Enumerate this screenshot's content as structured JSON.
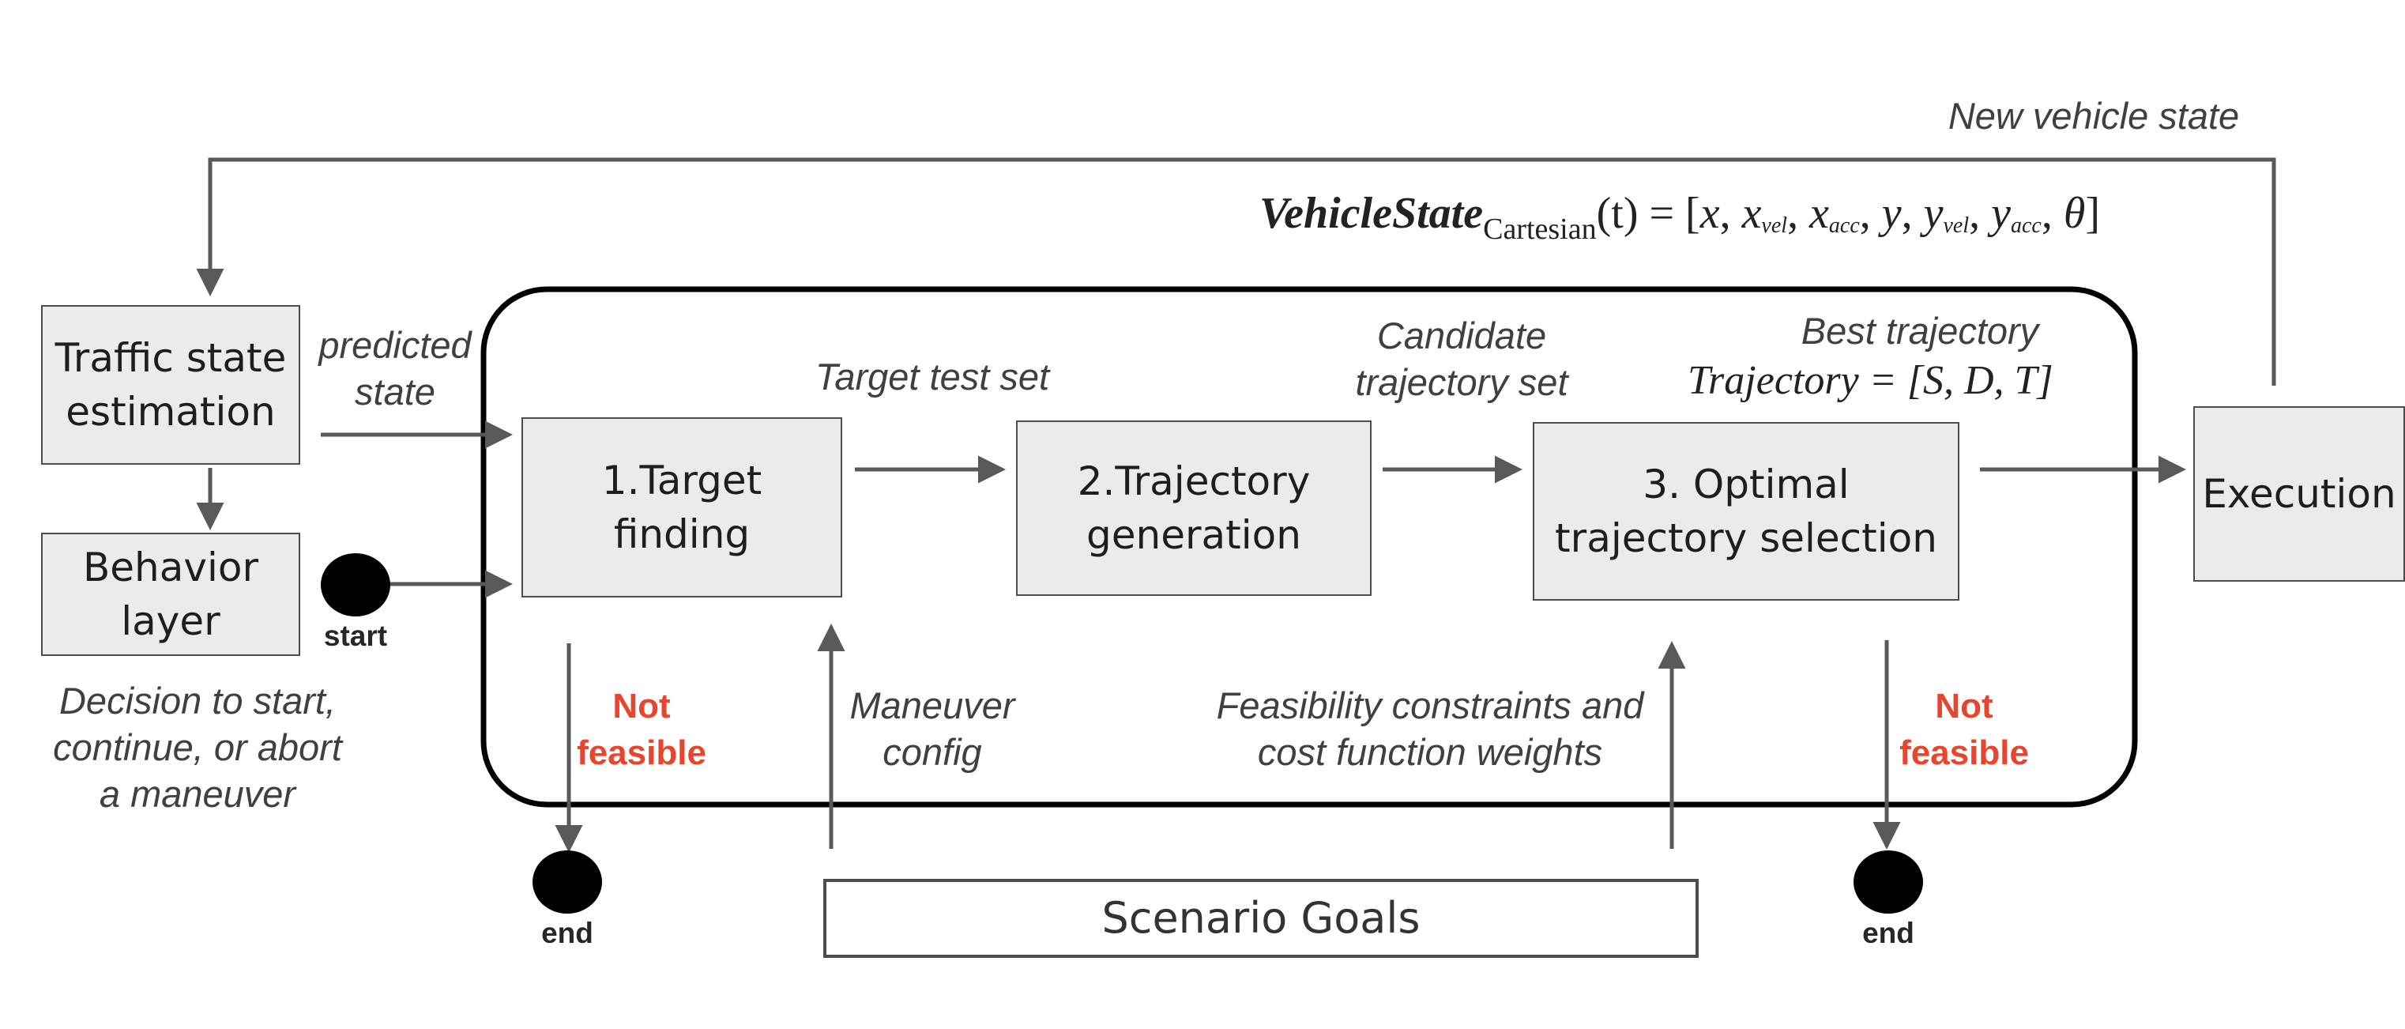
{
  "feedback": {
    "label": "New vehicle state",
    "state_formula": {
      "lhs": "VehicleState",
      "lhs_sub": "Cartesian",
      "arg": "(t)",
      "rhs": "= [x, x_vel, x_acc, y, y_vel, y_acc, θ]"
    }
  },
  "boxes": {
    "traffic_state": "Traffic state\nestimation",
    "behavior": "Behavior\nlayer",
    "target_finding": "1.Target\nfinding",
    "trajectory_generation": "2.Trajectory\ngeneration",
    "optimal_selection": "3. Optimal\ntrajectory selection",
    "execution": "Execution",
    "scenario_goals": "Scenario Goals"
  },
  "labels": {
    "predicted_state": "predicted\nstate",
    "target_test_set": "Target test set",
    "candidate_set": "Candidate\ntrajectory set",
    "best_trajectory": "Best trajectory",
    "best_trajectory_formula": "Trajectory = [S, D, T]",
    "behavior_caption": "Decision to start,\ncontinue, or abort\na maneuver",
    "maneuver_config": "Maneuver\nconfig",
    "feasibility": "Feasibility constraints and\ncost function weights"
  },
  "status": {
    "not_feasible_left": "Not\nfeasible",
    "not_feasible_right": "Not\nfeasible"
  },
  "nodes": {
    "start": "start",
    "end_left": "end",
    "end_right": "end"
  }
}
